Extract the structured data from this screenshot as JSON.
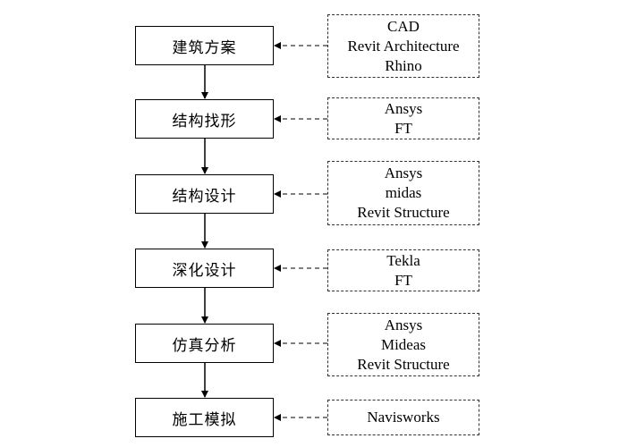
{
  "steps": [
    {
      "label": "建筑方案",
      "tools": [
        "CAD",
        "Revit Architecture",
        "Rhino"
      ]
    },
    {
      "label": "结构找形",
      "tools": [
        "Ansys",
        "FT"
      ]
    },
    {
      "label": "结构设计",
      "tools": [
        "Ansys",
        "midas",
        "Revit Structure"
      ]
    },
    {
      "label": "深化设计",
      "tools": [
        "Tekla",
        "FT"
      ]
    },
    {
      "label": "仿真分析",
      "tools": [
        "Ansys",
        "Mideas",
        "Revit Structure"
      ]
    },
    {
      "label": "施工模拟",
      "tools": [
        "Navisworks"
      ]
    }
  ],
  "colors": {
    "line": "#000000",
    "dashed": "#333333",
    "background": "#ffffff"
  }
}
